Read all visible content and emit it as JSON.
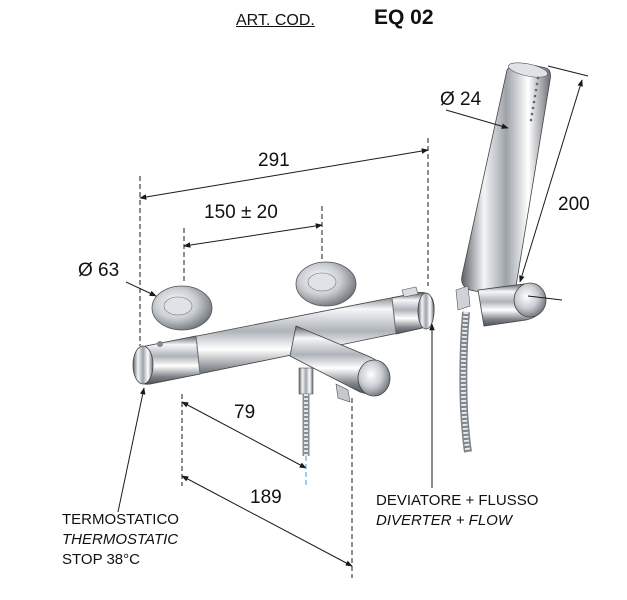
{
  "header": {
    "art_label": "ART. COD.",
    "code": "EQ 02"
  },
  "dimensions": {
    "hand_shower_diameter": "Ø 24",
    "hand_shower_length": "200",
    "overall_width": "291",
    "centres": "150 ± 20",
    "rose_diameter": "Ø 63",
    "spout_projection": "79",
    "total_depth": "189"
  },
  "notes": {
    "diverter_it": "DEVIATORE + FLUSSO",
    "diverter_en": "DIVERTER + FLOW",
    "thermostat_it": "TERMOSTATICO",
    "thermostat_en": "THERMOSTATIC",
    "thermostat_stop": "STOP 38°C"
  },
  "colors": {
    "line": "#1a1a1a",
    "chrome_dark": "#6e737a",
    "chrome_light": "#f4f6f8"
  }
}
